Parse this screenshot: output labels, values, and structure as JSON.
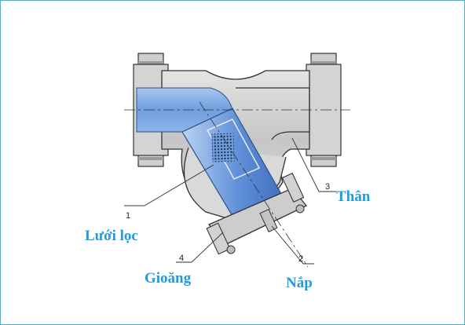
{
  "diagram": {
    "parts": [
      {
        "number": "1",
        "label": "Lưới lọc"
      },
      {
        "number": "2",
        "label": "Nắp"
      },
      {
        "number": "3",
        "label": "Thân"
      },
      {
        "number": "4",
        "label": "Gioăng"
      }
    ],
    "colors": {
      "frame_border": "#3cb4e6",
      "label_text": "#1e9be0",
      "body_gray": "#c9c9c9",
      "body_outline": "#333333",
      "flow_blue": "#6f9fde",
      "flow_blue_light": "#a9c6ef"
    }
  }
}
